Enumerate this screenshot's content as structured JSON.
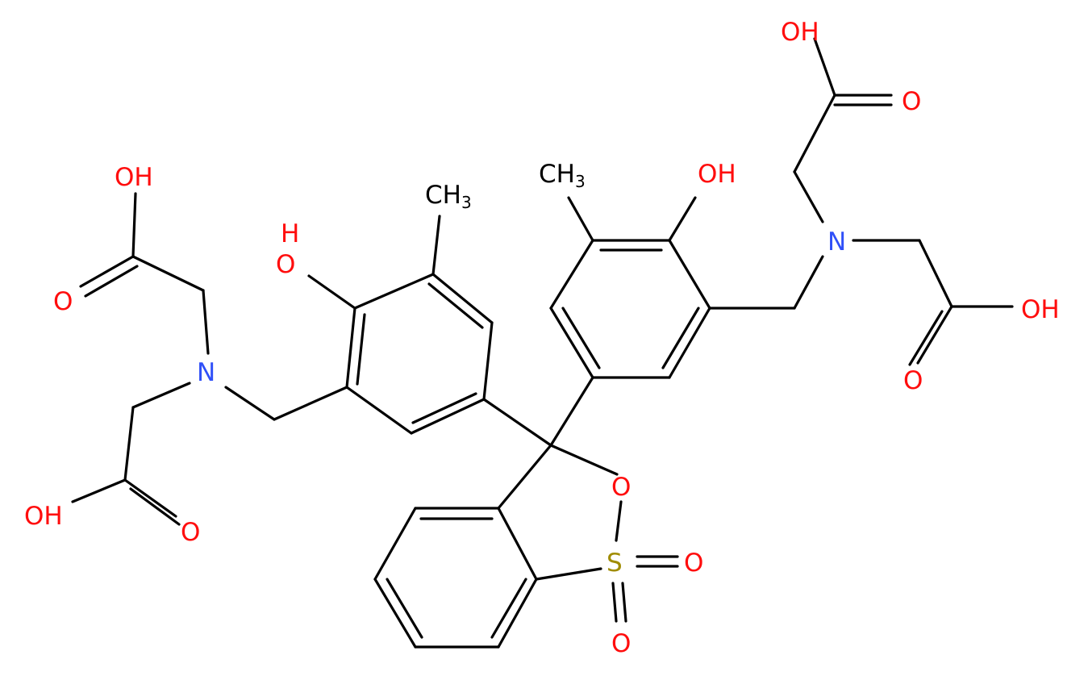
{
  "colors": {
    "bond": "#000000",
    "carbon": "#000000",
    "oxygen": "#ff0d0d",
    "nitrogen": "#3050f8",
    "sulfur": "#a08c00"
  },
  "labels": {
    "oh_top_right": "OH",
    "o_top_right": "O",
    "ch3_right": "CH",
    "ch3_right_sub": "3",
    "oh_phenol_right": "OH",
    "n_right": "N",
    "oh_mid_right": "OH",
    "o_mid_right": "O",
    "oh_top_left": "OH",
    "ch3_left": "CH",
    "ch3_left_sub": "3",
    "h_phenol_left": "H",
    "o_phenol_left": "O",
    "o_acid_left_upper": "O",
    "n_left": "N",
    "oh_bottom_left": "OH",
    "o_bottom_left": "O",
    "o_ring": "O",
    "s_ring": "S",
    "o_sulfonyl_right": "O",
    "o_sulfonyl_bottom": "O"
  }
}
